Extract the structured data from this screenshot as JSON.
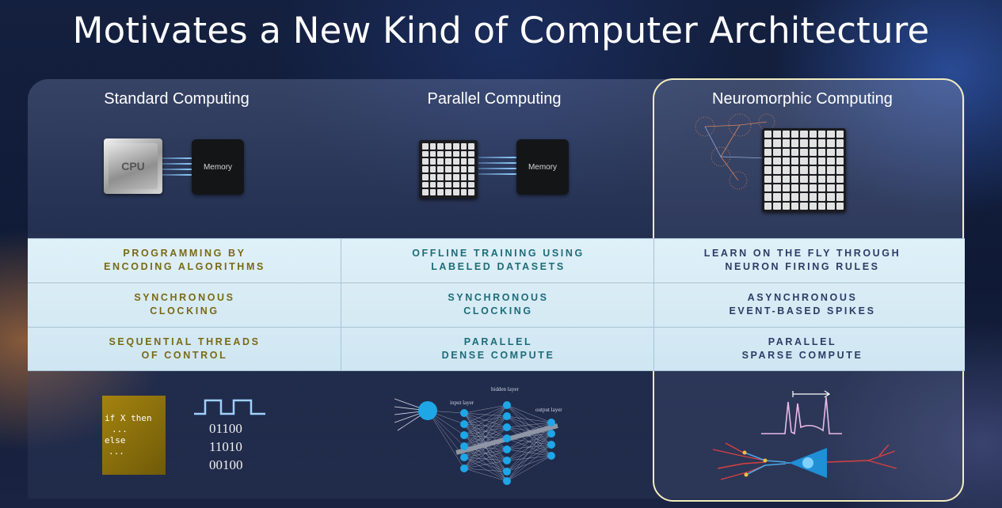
{
  "slide": {
    "title": "Motivates a New Kind of Computer Architecture"
  },
  "columns": [
    {
      "heading": "Standard Computing",
      "chip_label": "CPU",
      "memory_label": "Memory",
      "rows": [
        "PROGRAMMING BY\nENCODING ALGORITHMS",
        "SYNCHRONOUS\nCLOCKING",
        "SEQUENTIAL THREADS\nOF CONTROL"
      ],
      "code_lines": [
        "if X then",
        "...",
        "else",
        "..."
      ],
      "bits": [
        "01100",
        "11010",
        "00100"
      ]
    },
    {
      "heading": "Parallel Computing",
      "memory_label": "Memory",
      "rows": [
        "OFFLINE TRAINING USING\nLABELED DATASETS",
        "SYNCHRONOUS\nCLOCKING",
        "PARALLEL\nDENSE COMPUTE"
      ],
      "nn_labels": {
        "input": "input layer",
        "hidden": "hidden layer",
        "output": "output layer"
      }
    },
    {
      "heading": "Neuromorphic Computing",
      "rows": [
        "LEARN ON THE FLY THROUGH\nNEURON FIRING RULES",
        "ASYNCHRONOUS\nEVENT-BASED SPIKES",
        "PARALLEL\nSPARSE COMPUTE"
      ]
    }
  ],
  "colors": {
    "standard_text": "#7a6a13",
    "parallel_text": "#1d6c79",
    "neuromorphic_text": "#2c3c66",
    "highlight_border": "#f2edc0"
  }
}
